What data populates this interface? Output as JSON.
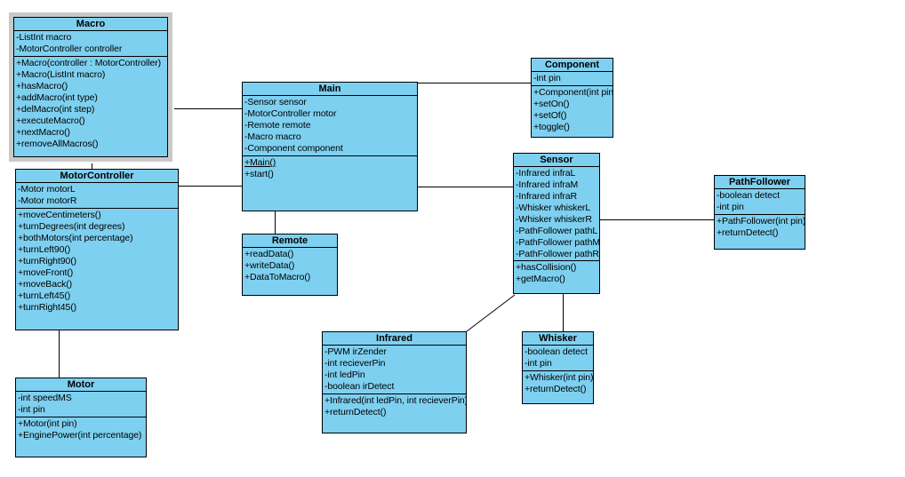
{
  "diagram": {
    "type": "uml-class-diagram",
    "colors": {
      "box-fill": "#7ed0f0",
      "box-border": "#000000",
      "selection": "#c9c9c9",
      "canvas-bg": "#ffffff"
    }
  },
  "classes": {
    "macro": {
      "name": "Macro",
      "selected": true,
      "attributes": [
        "-ListInt macro",
        "-MotorController controller"
      ],
      "methods": [
        "+Macro(controller : MotorController)",
        "+Macro(ListInt macro)",
        "+hasMacro()",
        "+addMacro(int type)",
        "+delMacro(int step)",
        "+executeMacro()",
        "+nextMacro()",
        "+removeAllMacros()"
      ]
    },
    "motorcontroller": {
      "name": "MotorController",
      "attributes": [
        "-Motor motorL",
        "-Motor motorR"
      ],
      "methods": [
        "+moveCentimeters()",
        "+turnDegrees(int degrees)",
        "+bothMotors(int percentage)",
        "+turnLeft90()",
        "+turnRight90()",
        "+moveFront()",
        "+moveBack()",
        "+turnLeft45()",
        "+turnRight45()"
      ]
    },
    "motor": {
      "name": "Motor",
      "attributes": [
        "-int speedMS",
        "-int pin"
      ],
      "methods": [
        "+Motor(int pin)",
        "+EnginePower(int percentage)"
      ]
    },
    "main": {
      "name": "Main",
      "attributes": [
        "-Sensor sensor",
        "-MotorController motor",
        "-Remote remote",
        "-Macro macro",
        "-Component component"
      ],
      "methods": [
        "+Main()",
        "+start()"
      ]
    },
    "remote": {
      "name": "Remote",
      "attributes": [],
      "methods": [
        "+readData()",
        "+writeData()",
        "+DataToMacro()"
      ]
    },
    "component": {
      "name": "Component",
      "attributes": [
        "-int pin"
      ],
      "methods": [
        "+Component(int pin)",
        "+setOn()",
        "+setOf()",
        "+toggle()"
      ]
    },
    "sensor": {
      "name": "Sensor",
      "attributes": [
        "-Infrared infraL",
        "-Infrared infraM",
        "-Infrared infraR",
        "-Whisker whiskerL",
        "-Whisker whiskerR",
        "-PathFollower pathL",
        "-PathFollower pathM",
        "-PathFollower pathR"
      ],
      "methods": [
        "+hasCollision()",
        "+getMacro()"
      ]
    },
    "pathfollower": {
      "name": "PathFollower",
      "attributes": [
        "-boolean detect",
        "-int pin"
      ],
      "methods": [
        "+PathFollower(int pin)",
        "+returnDetect()"
      ]
    },
    "infrared": {
      "name": "Infrared",
      "attributes": [
        "-PWM irZender",
        "-int recieverPin",
        "-int ledPin",
        "-boolean irDetect"
      ],
      "methods": [
        "+Infrared(int ledPin, int recieverPin)",
        "+returnDetect()"
      ]
    },
    "whisker": {
      "name": "Whisker",
      "attributes": [
        "-boolean detect",
        "-int pin"
      ],
      "methods": [
        "+Whisker(int pin)",
        "+returnDetect()"
      ]
    }
  }
}
